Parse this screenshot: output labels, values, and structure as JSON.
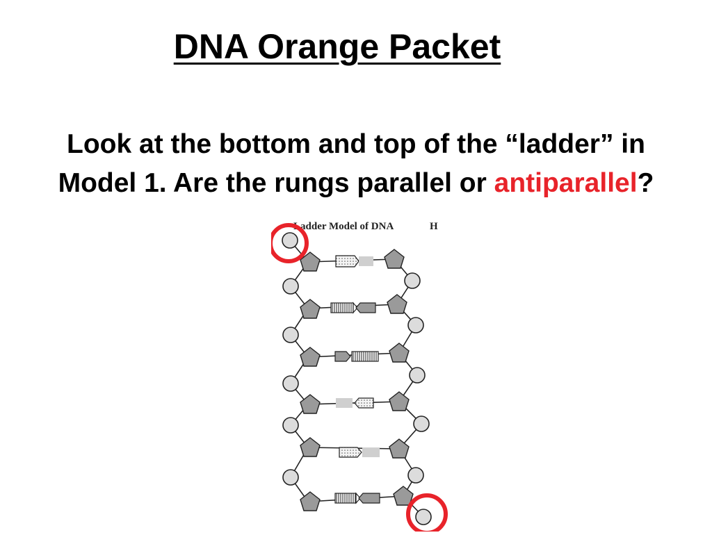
{
  "slide": {
    "title": "DNA Orange Packet",
    "question_line1": "Look at the bottom and top of the “ladder” in",
    "question_line2_before": "Model 1. Are the rungs parallel or ",
    "question_highlight": "antiparallel",
    "question_line2_after": "?",
    "highlight_color": "#e8232a"
  },
  "diagram": {
    "caption": "Ladder Model of DNA",
    "caption_cut": "H",
    "rung_count": 6,
    "highlight_circles": 2
  }
}
